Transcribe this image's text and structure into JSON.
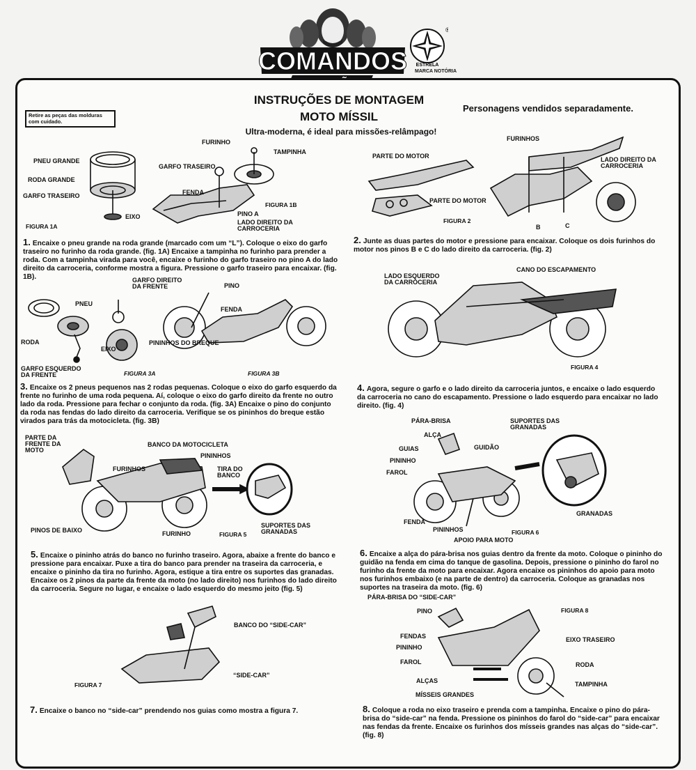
{
  "brand": {
    "logo_top": "COMANDOS",
    "logo_bottom": "EM AÇÃO",
    "star_label": "ESTRELA",
    "registered": "®",
    "marca_notoria": "MARCA NOTÓRIA"
  },
  "header": {
    "title": "INSTRUÇÕES DE MONTAGEM",
    "product": "MOTO MÍSSIL",
    "subtitle": "Ultra-moderna, é ideal para missões-relâmpago!",
    "sold_separately": "Personagens vendidos separadamente.",
    "notice": "Retire as peças das molduras com cuidado."
  },
  "labels": {
    "furinho": "FURINHO",
    "tampinha": "TAMPINHA",
    "pneu_grande": "PNEU GRANDE",
    "roda_grande": "RODA GRANDE",
    "garfo_traseiro_1": "GARFO TRASEIRO",
    "garfo_traseiro_2": "GARFO TRASEIRO",
    "fenda_1": "FENDA",
    "eixo_1": "EIXO",
    "pino_a": "PINO A",
    "lado_direito_1": "LADO DIREITO DA CARROCERIA",
    "parte_motor_1": "PARTE DO MOTOR",
    "parte_motor_2": "PARTE DO MOTOR",
    "furinhos_2": "FURINHOS",
    "lado_direito_2": "LADO DIREITO DA CARROCERIA",
    "b": "B",
    "c": "C",
    "garfo_direito": "GARFO DIREITO DA FRENTE",
    "pino_3": "PINO",
    "pneu": "PNEU",
    "fenda_3": "FENDA",
    "roda": "RODA",
    "eixo_3": "EIXO",
    "pininhos_breque": "PININHOS DO BREQUE",
    "garfo_esquerdo": "GARFO ESQUERDO DA FRENTE",
    "lado_esquerdo": "LADO ESQUERDO DA CARROCERIA",
    "cano_escapamento": "CANO DO ESCAPAMENTO",
    "parte_frente": "PARTE DA FRENTE DA MOTO",
    "banco_moto": "BANCO DA MOTOCICLETA",
    "furinhos_5": "FURINHOS",
    "pininhos_5": "PININHOS",
    "tira_banco": "TIRA DO BANCO",
    "pinos_baixo": "PINOS DE BAIXO",
    "furinho_5": "FURINHO",
    "suportes_granadas_5": "SUPORTES DAS GRANADAS",
    "para_brisa": "PÁRA-BRISA",
    "alca": "ALÇA",
    "guias": "GUIAS",
    "guidao": "GUIDÃO",
    "pininho_6": "PININHO",
    "farol_6": "FAROL",
    "suportes_granadas_6": "SUPORTES DAS GRANADAS",
    "fenda_6": "FENDA",
    "pininhos_6": "PININHOS",
    "apoio": "APOIO PARA MOTO",
    "granadas": "GRANADAS",
    "banco_sidecar": "BANCO DO “SIDE-CAR”",
    "sidecar": "“SIDE-CAR”",
    "parabrisa_sidecar": "PÁRA-BRISA DO “SIDE-CAR”",
    "pino_8": "PINO",
    "fendas_8": "FENDAS",
    "pininho_8": "PININHO",
    "farol_8": "FAROL",
    "alcas_8": "ALÇAS",
    "misseis": "MÍSSEIS GRANDES",
    "eixo_traseiro": "EIXO TRASEIRO",
    "roda_8": "RODA",
    "tampinha_8": "TAMPINHA"
  },
  "figures": {
    "f1a": "FIGURA 1A",
    "f1b": "FIGURA 1B",
    "f2": "FIGURA 2",
    "f3a": "FIGURA 3A",
    "f3b": "FIGURA 3B",
    "f4": "FIGURA 4",
    "f5": "FIGURA 5",
    "f6": "FIGURA 6",
    "f7": "FIGURA 7",
    "f8": "FIGURA 8"
  },
  "steps": [
    {
      "number": "1.",
      "text": "Encaixe o pneu grande na roda grande (marcado com um “L”). Coloque o eixo do garfo traseiro no furinho da roda grande. (fig. 1A) Encaixe a tampinha no furinho para prender a roda. Com a tampinha virada para você, encaixe o furinho do garfo traseiro no pino A do lado direito da carroceria, conforme mostra a figura. Pressione o garfo traseiro para encaixar. (fig. 1B)."
    },
    {
      "number": "2.",
      "text": "Junte as duas partes do motor e pressione para encaixar. Coloque os dois furinhos do motor nos pinos B e C do lado direito da carroceria. (fig. 2)"
    },
    {
      "number": "3.",
      "text": "Encaixe os 2 pneus pequenos nas 2 rodas pequenas. Coloque o eixo do garfo esquerdo da frente no furinho de uma roda pequena. Aí, coloque o eixo do garfo direito da frente no outro lado da roda. Pressione para fechar o conjunto da roda. (fig. 3A) Encaixe o pino do conjunto da roda nas fendas do lado direito da carroceria. Verifique se os pininhos do breque estão virados para trás da motocicleta. (fig. 3B)"
    },
    {
      "number": "4.",
      "text": "Agora, segure o garfo e o lado direito da carroceria juntos, e encaixe o lado esquerdo da carroceria no cano do escapamento. Pressione o lado esquerdo para encaixar no lado direito. (fig. 4)"
    },
    {
      "number": "5.",
      "text": "Encaixe o pininho atrás do banco no furinho traseiro. Agora, abaixe a frente do banco e pressione para encaixar. Puxe a tira do banco para prender na traseira da carroceria, e encaixe o pininho da tira no furinho. Agora, estique a tira entre os suportes das granadas. Encaixe os 2 pinos da parte da frente da moto (no lado direito) nos furinhos do lado direito da carroceria. Segure no lugar, e encaixe o lado esquerdo do mesmo jeito (fig. 5)"
    },
    {
      "number": "6.",
      "text": "Encaixe a alça do pára-brisa nos guias dentro da frente da moto. Coloque o pininho do guidão na fenda em cima do tanque de gasolina. Depois, pressione o pininho do farol no furinho da frente da moto para encaixar. Agora encaixe os pininhos do apoio para moto nos furinhos embaixo (e na parte de dentro) da carroceria. Coloque as granadas nos suportes na traseira da moto. (fig. 6)"
    },
    {
      "number": "7.",
      "text": "Encaixe o banco no “side-car” prendendo nos guias como mostra a figura 7."
    },
    {
      "number": "8.",
      "text": "Coloque a roda no eixo traseiro e prenda com a tampinha. Encaixe o pino do pára-brisa do “side-car” na fenda. Pressione os pininhos do farol do “side-car” para encaixar nas fendas da frente. Encaixe os furinhos dos mísseis grandes nas alças do “side-car”. (fig. 8)"
    }
  ]
}
